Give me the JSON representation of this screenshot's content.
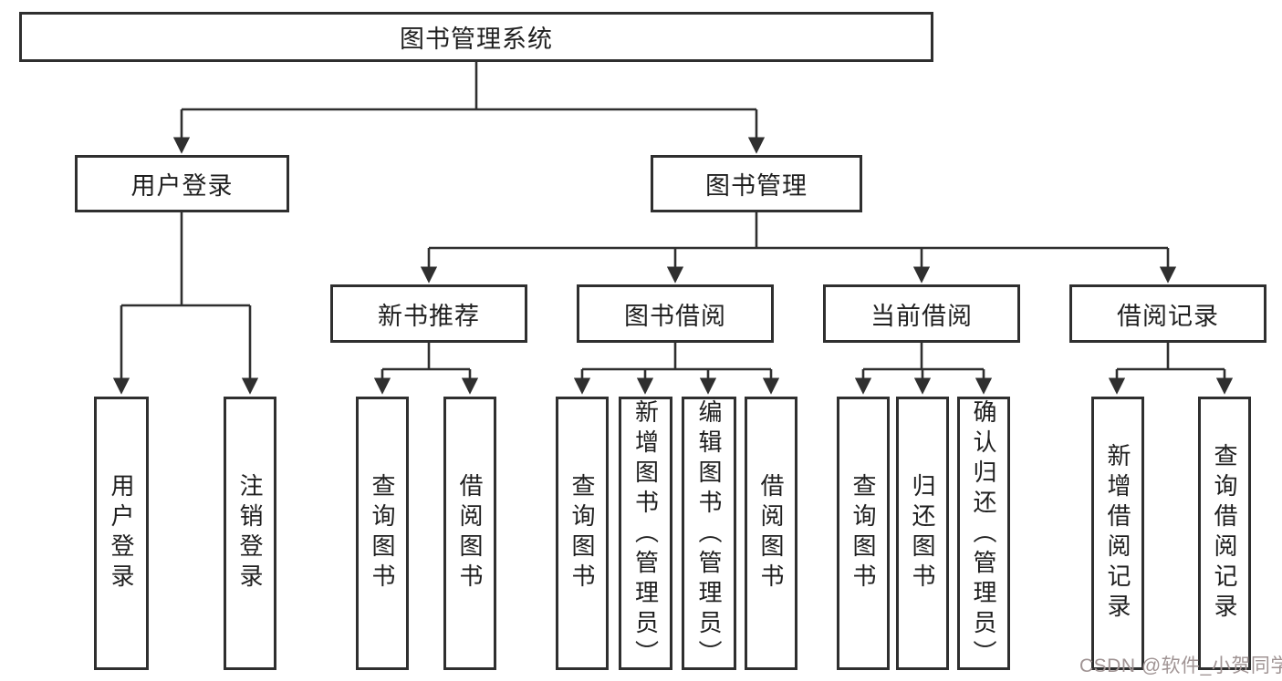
{
  "diagram": {
    "type": "tree",
    "title": "图书管理系统",
    "nodes": {
      "root": "图书管理系统",
      "user_login": "用户登录",
      "book_mgmt": "图书管理",
      "new_book_rec": "新书推荐",
      "book_borrow": "图书借阅",
      "current_borrow": "当前借阅",
      "borrow_records": "借阅记录",
      "leaf_user_login": "用户登录",
      "leaf_logout": "注销登录",
      "leaf_query_book_rec": "查询图书",
      "leaf_borrow_book_rec": "借阅图书",
      "leaf_query_book_borrow": "查询图书",
      "leaf_add_book": "新增图书（管理员）",
      "leaf_edit_book": "编辑图书（管理员）",
      "leaf_borrow_book_borrow": "借阅图书",
      "leaf_query_book_current": "查询图书",
      "leaf_return_book": "归还图书",
      "leaf_confirm_return": "确认归还（管理员）",
      "leaf_add_borrow_record": "新增借阅记录",
      "leaf_query_borrow_record": "查询借阅记录"
    },
    "hierarchy": {
      "图书管理系统": {
        "用户登录": [
          "用户登录",
          "注销登录"
        ],
        "图书管理": {
          "新书推荐": [
            "查询图书",
            "借阅图书"
          ],
          "图书借阅": [
            "查询图书",
            "新增图书（管理员）",
            "编辑图书（管理员）",
            "借阅图书"
          ],
          "当前借阅": [
            "查询图书",
            "归还图书",
            "确认归还（管理员）"
          ],
          "借阅记录": [
            "新增借阅记录",
            "查询借阅记录"
          ]
        }
      }
    },
    "watermark": "CSDN @软件_小贺同学",
    "colors": {
      "box_border": "#2f2f2f",
      "connector": "#2f2f2f",
      "text": "#1f1f1f",
      "background": "#ffffff",
      "watermark_text": "#a09494"
    }
  }
}
